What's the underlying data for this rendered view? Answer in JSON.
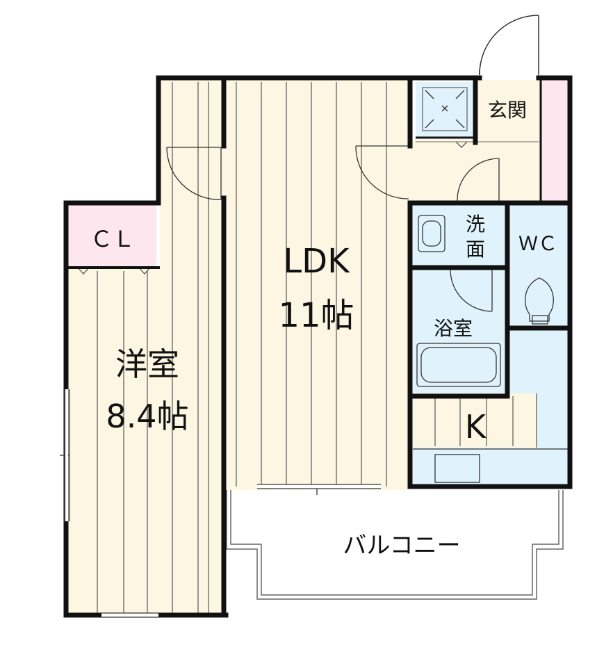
{
  "rooms": {
    "ldk": {
      "name": "LDK",
      "size": "11帖"
    },
    "western": {
      "name": "洋室",
      "size": "8.4帖"
    },
    "closet": {
      "name": "ＣＬ"
    },
    "entrance": {
      "name": "玄関"
    },
    "washroom": {
      "line1": "洗",
      "line2": "面"
    },
    "toilet": {
      "name": "ＷＣ"
    },
    "bathroom": {
      "name": "浴室"
    },
    "kitchen": {
      "name": "K"
    },
    "balcony": {
      "name": "バルコニー"
    }
  },
  "colors": {
    "floor_wood": "#fdf6e2",
    "floor_lines": "#555555",
    "closet_pink": "#fde6ee",
    "wet_blue": "#e0f2fb",
    "wall": "#111111"
  }
}
